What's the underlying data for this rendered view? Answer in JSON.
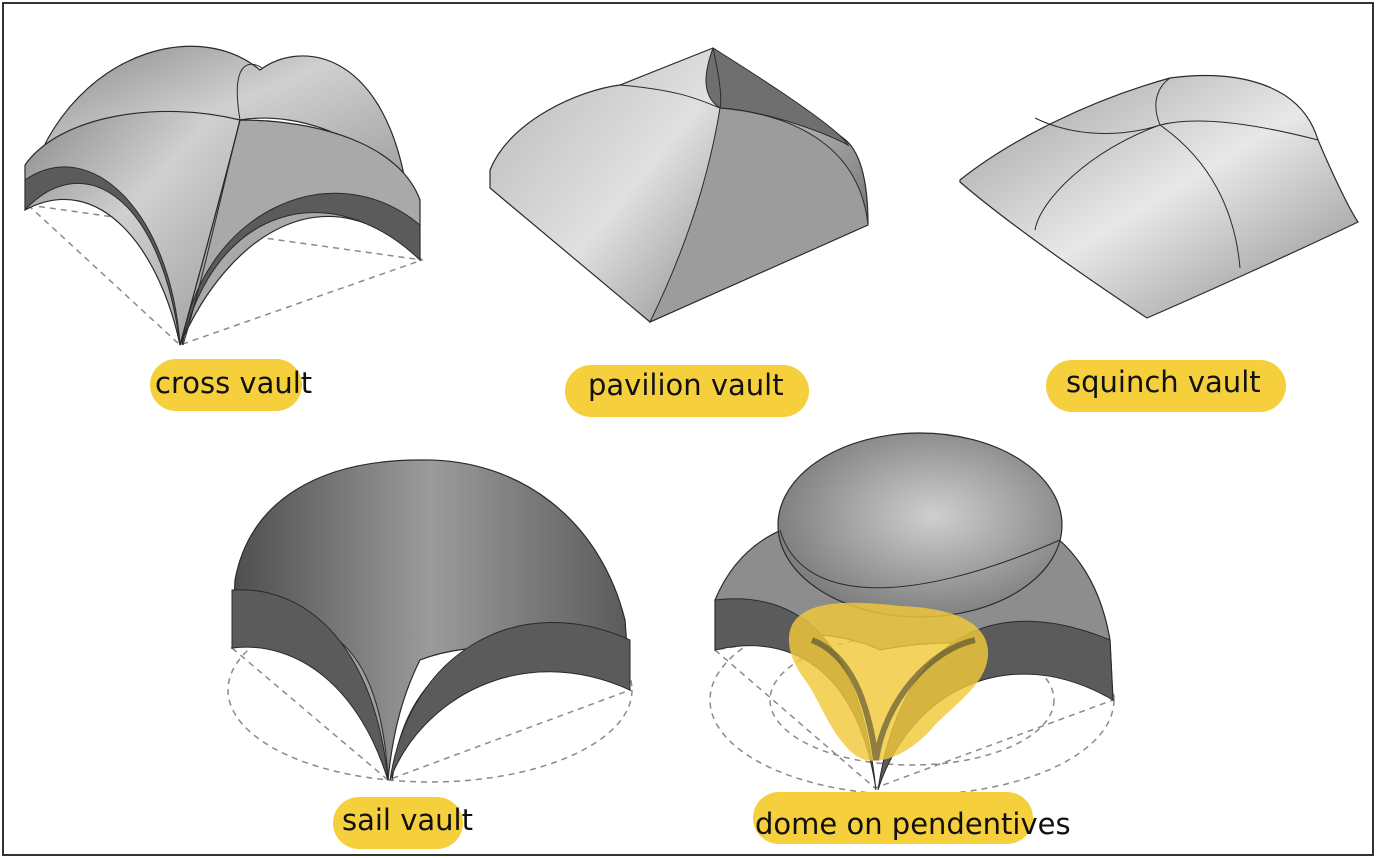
{
  "colors": {
    "highlight": "#f6cf3d",
    "highlight_blob": "#f0c93a",
    "vault_light": "#d2d2d2",
    "vault_dark": "#5b5b5b",
    "edge": "#2a2a2a",
    "dashed": "#8a8a8a"
  },
  "labels": {
    "cross": "cross vault",
    "pavilion": "pavilion vault",
    "squinch": "squinch vault",
    "sail_highlighted": "sail vau",
    "sail_rest": "lt",
    "dome": "dome on pendentives"
  }
}
